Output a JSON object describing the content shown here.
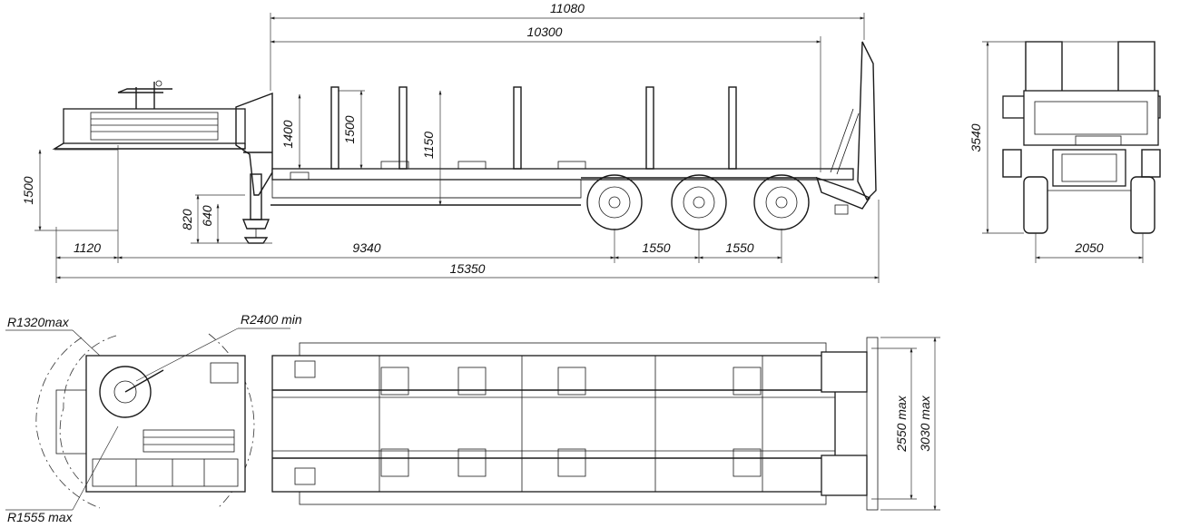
{
  "side_view": {
    "dim_overall_top": "11080",
    "dim_platform_length": "10300",
    "dim_neck_height": "1400",
    "dim_stake_height": "1500",
    "dim_deck_to_stake": "1150",
    "dim_kingpin_height": "1500",
    "dim_leg_820": "820",
    "dim_leg_640": "640",
    "dim_front_overhang": "1120",
    "dim_kingpin_to_axle": "9340",
    "dim_axle_spacing_1": "1550",
    "dim_axle_spacing_2": "1550",
    "dim_overall_length": "15350"
  },
  "rear_view": {
    "dim_height": "3540",
    "dim_track": "2050"
  },
  "top_view": {
    "radius_front_max": "R1320max",
    "radius_turn_min": "R2400 min",
    "radius_rear_max": "R1555 max",
    "width_inner": "2550 max",
    "width_outer": "3030 max"
  }
}
